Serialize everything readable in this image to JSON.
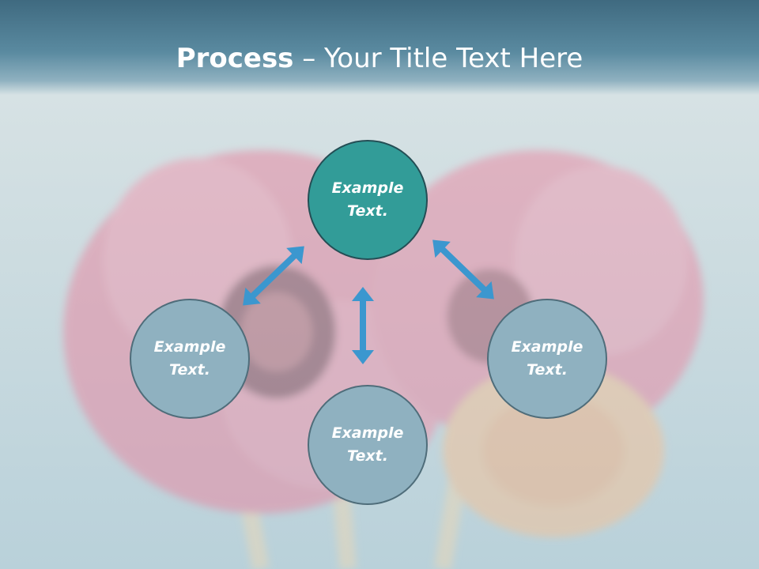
{
  "title": {
    "bold": "Process",
    "rest": " – Your Title Text Here"
  },
  "nodes": {
    "top": "Example Text.",
    "left": "Example Text.",
    "right": "Example Text.",
    "bottom": "Example Text."
  },
  "colors": {
    "header": "#4a7a90",
    "main_node": "#329c98",
    "sub_node": "#8fb1c0",
    "arrow": "#3b97cf",
    "flower": "#e48aa4"
  },
  "icons": [
    "double-arrow-icon"
  ]
}
